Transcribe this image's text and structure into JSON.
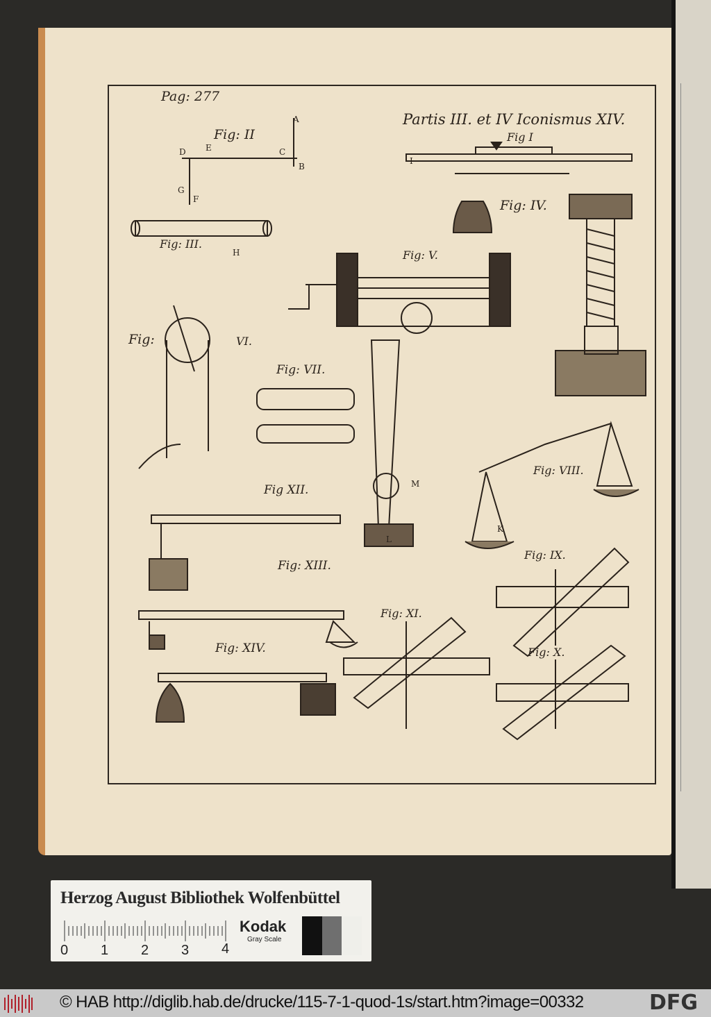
{
  "plate": {
    "page_ref": "Pag: 277",
    "title": "Partis III. et IV Iconismus XIV.",
    "figures": [
      {
        "id": "fig1",
        "label": "Fig I"
      },
      {
        "id": "fig2",
        "label": "Fig: II"
      },
      {
        "id": "fig3",
        "label": "Fig: III."
      },
      {
        "id": "fig4",
        "label": "Fig: IV."
      },
      {
        "id": "fig5",
        "label": "Fig: V."
      },
      {
        "id": "fig6a",
        "label": "Fig:"
      },
      {
        "id": "fig6b",
        "label": "VI."
      },
      {
        "id": "fig7",
        "label": "Fig: VII."
      },
      {
        "id": "fig8",
        "label": "Fig: VIII."
      },
      {
        "id": "fig9",
        "label": "Fig: IX."
      },
      {
        "id": "fig10",
        "label": "Fig: X."
      },
      {
        "id": "fig11",
        "label": "Fig: XI."
      },
      {
        "id": "fig12",
        "label": "Fig XII."
      },
      {
        "id": "fig13",
        "label": "Fig: XIII."
      },
      {
        "id": "fig14",
        "label": "Fig: XIV."
      }
    ],
    "letters": [
      "A",
      "B",
      "C",
      "D",
      "E",
      "F",
      "G",
      "H",
      "I",
      "K",
      "L",
      "M"
    ]
  },
  "card": {
    "title": "Herzog August Bibliothek Wolfenbüttel",
    "ruler_numbers": [
      "0",
      "1",
      "2",
      "3",
      "4"
    ],
    "brand": "Kodak",
    "brand_sub": "Gray Scale"
  },
  "footer": {
    "copyright": "© HAB http://diglib.hab.de/drucke/115-7-1-quod-1s/start.htm?image=00332",
    "logo": "DFG"
  }
}
